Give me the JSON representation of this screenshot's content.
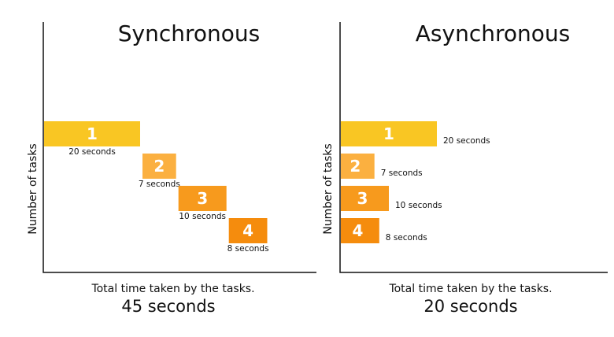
{
  "colors": {
    "task_1": "#F9C623",
    "task_2": "#FBB040",
    "task_3": "#F79A1D",
    "task_4": "#F58C0D"
  },
  "synchronous": {
    "title": "Synchronous",
    "y_label": "Number of tasks",
    "caption": "Total time taken by the tasks.",
    "total": "45 seconds",
    "tasks": [
      {
        "label": "1",
        "duration_seconds": 20,
        "duration_text": "20 seconds"
      },
      {
        "label": "2",
        "duration_seconds": 7,
        "duration_text": "7 seconds"
      },
      {
        "label": "3",
        "duration_seconds": 10,
        "duration_text": "10 seconds"
      },
      {
        "label": "4",
        "duration_seconds": 8,
        "duration_text": "8 seconds"
      }
    ]
  },
  "asynchronous": {
    "title": "Asynchronous",
    "y_label": "Number of tasks",
    "caption": "Total time taken by the tasks.",
    "total": "20 seconds",
    "tasks": [
      {
        "label": "1",
        "duration_seconds": 20,
        "duration_text": "20 seconds"
      },
      {
        "label": "2",
        "duration_seconds": 7,
        "duration_text": "7 seconds"
      },
      {
        "label": "3",
        "duration_seconds": 10,
        "duration_text": "10 seconds"
      },
      {
        "label": "4",
        "duration_seconds": 8,
        "duration_text": "8 seconds"
      }
    ]
  }
}
